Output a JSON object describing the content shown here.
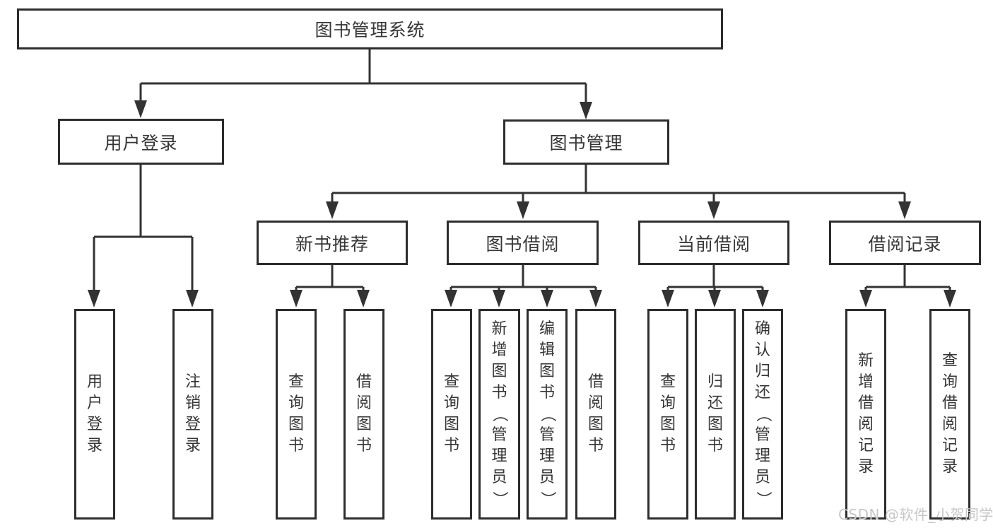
{
  "colors": {
    "line": "#333333",
    "box_border": "#2d2d2d",
    "text": "#363636",
    "watermark": "#c7c7cb",
    "background": "#ffffff"
  },
  "watermark": {
    "text": "CSDN @软件_小贺同学"
  },
  "tree": {
    "label": "图书管理系统",
    "children": [
      {
        "label": "用户登录",
        "children": [
          {
            "label": "用户登录"
          },
          {
            "label": "注销登录"
          }
        ]
      },
      {
        "label": "图书管理",
        "children": [
          {
            "label": "新书推荐",
            "children": [
              {
                "label": "查询图书"
              },
              {
                "label": "借阅图书"
              }
            ]
          },
          {
            "label": "图书借阅",
            "children": [
              {
                "label": "查询图书"
              },
              {
                "label": "新增图书（管理员）"
              },
              {
                "label": "编辑图书（管理员）"
              },
              {
                "label": "借阅图书"
              }
            ]
          },
          {
            "label": "当前借阅",
            "children": [
              {
                "label": "查询图书"
              },
              {
                "label": "归还图书"
              },
              {
                "label": "确认归还（管理员）"
              }
            ]
          },
          {
            "label": "借阅记录",
            "children": [
              {
                "label": "新增借阅记录"
              },
              {
                "label": "查询借阅记录"
              }
            ]
          }
        ]
      }
    ]
  }
}
